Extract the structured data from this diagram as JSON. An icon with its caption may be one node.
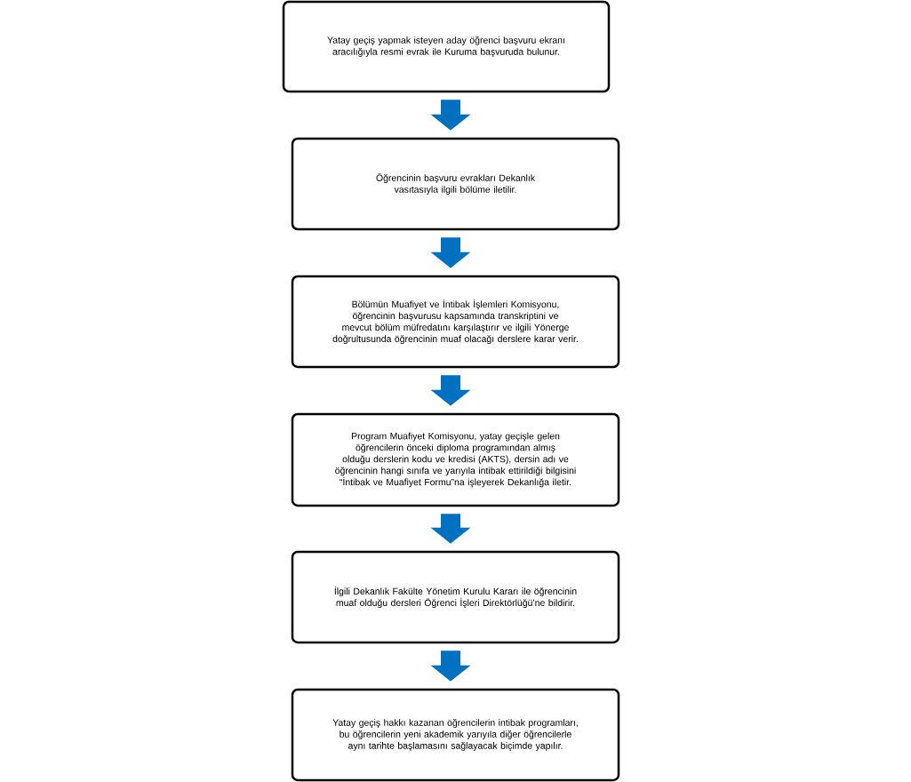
{
  "diagram": {
    "nodes": [
      {
        "text": [
          "Yatay geçiş yapmak isteyen aday öğrenci başvuru ekranı aracılığıyla resmi evrak ile Kuruma başvuruda bulunur."
        ]
      },
      {
        "text": [
          "Öğrencinin başvuru evrakları Dekanlık vasıtasıyla ilgili bölüme iletilir."
        ]
      },
      {
        "text": [
          "Bölümün Muafiyet ve İntibak İşlemleri Komisyonu, öğrencinin başvurusu kapsamında transkriptini ve mevcut bölüm müfredatını karşılaştırır ve ilgili Yönerge doğrultusunda öğrencinin muaf olacağı derslere karar verir."
        ]
      },
      {
        "text": [
          "Program Muafiyet Komisyonu, yatay geçişle gelen öğrencilerin önceki diploma programından almış olduğu derslerin kodu ve kredisi (AKTS), dersin adı ve öğrencinin hangi sınıfa ve yarıyıla intibak ettirildiği bilgisini “İntibak ve Muafiyet Formu”na işleyerek Dekanlığa iletir."
        ]
      },
      {
        "text": [
          "İlgili Dekanlık Fakülte Yönetim Kurulu Kararı ile öğrencinin muaf olduğu dersleri Öğrenci İşleri Direktörlüğü’ne bildirir."
        ]
      },
      {
        "text": [
          "Yatay geçiş hakkı kazanan öğrencilerin intibak programları, bu öğrencilerin yeni akademik yarıyıla diğer öğrencilerle aynı tarihte başlamasını sağlayacak biçimde yapılır."
        ]
      }
    ],
    "edges": [
      {
        "from": 0,
        "to": 1,
        "arrow": "to"
      },
      {
        "from": 1,
        "to": 2,
        "arrow": "to"
      },
      {
        "from": 2,
        "to": 3,
        "arrow": "to"
      },
      {
        "from": 3,
        "to": 4,
        "arrow": "to"
      },
      {
        "from": 4,
        "to": 5,
        "arrow": "to"
      }
    ]
  }
}
